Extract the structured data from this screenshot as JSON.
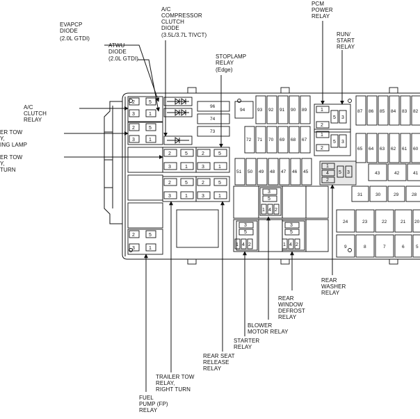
{
  "callouts": {
    "evapcp": [
      "EVAPCP",
      "DIODE",
      "(2.0L GTDI)"
    ],
    "atwu": [
      "ATWU",
      "DIODE",
      "(2.0L GTDI)"
    ],
    "ac_diode": [
      "A/C",
      "COMPRESSOR",
      "CLUTCH",
      "DIODE",
      "(3.5L/3.7L TIVCT)"
    ],
    "pcm": [
      "PCM",
      "POWER",
      "RELAY"
    ],
    "run_start": [
      "RUN/",
      "START",
      "RELAY"
    ],
    "stoplamp": [
      "STOPLAMP",
      "RELAY",
      "(Edge)"
    ],
    "ac_clutch": [
      "A/C",
      "CLUTCH",
      "RELAY"
    ],
    "trailer_running": [
      "ER TOW",
      "Y,",
      "ING LAMP"
    ],
    "trailer_left": [
      "ER TOW",
      "Y,",
      "TURN"
    ],
    "rear_washer": [
      "REAR",
      "WASHER",
      "RELAY"
    ],
    "rear_defrost": [
      "REAR",
      "WINDOW",
      "DEFROST",
      "RELAY"
    ],
    "blower": [
      "BLOWER",
      "MOTOR RELAY"
    ],
    "starter": [
      "STARTER",
      "RELAY"
    ],
    "rear_seat": [
      "REAR SEAT",
      "RELEASE",
      "RELAY"
    ],
    "trailer_right": [
      "TRAILER TOW",
      "RELAY,",
      "RIGHT TURN"
    ],
    "fuel_pump": [
      "FUEL",
      "PUMP (FP)",
      "RELAY"
    ]
  },
  "relay_pins": {
    "a": "2",
    "b": "5",
    "c": "3",
    "d": "1",
    "e": "4"
  },
  "fuses": {
    "f96": "96",
    "f74": "74",
    "f73": "73",
    "f94": "94",
    "top_row": [
      "93",
      "92",
      "91",
      "90",
      "89"
    ],
    "mid_row": [
      "72",
      "71",
      "70",
      "69",
      "68",
      "67"
    ],
    "low_row": [
      "51",
      "50",
      "49",
      "48",
      "47",
      "46",
      "45"
    ],
    "right_top": [
      "87",
      "86",
      "85",
      "84",
      "83",
      "82"
    ],
    "right_mid": [
      "65",
      "64",
      "63",
      "62",
      "61",
      "60"
    ],
    "right_43": [
      "43",
      "42",
      "41"
    ],
    "right_31": [
      "31",
      "30",
      "29",
      "28"
    ],
    "right_24": [
      "24",
      "23",
      "22",
      "21",
      "20"
    ],
    "right_9": [
      "9",
      "8",
      "7",
      "6",
      "5"
    ]
  }
}
